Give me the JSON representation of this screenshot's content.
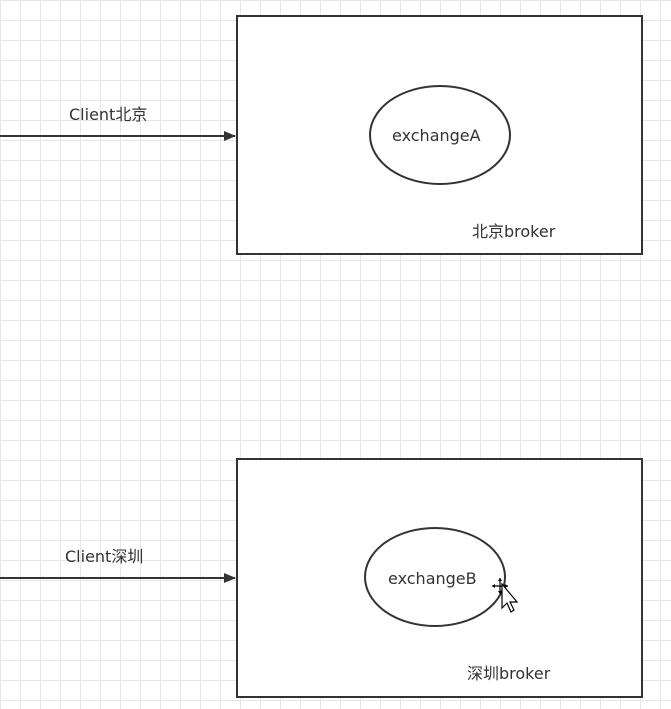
{
  "diagram": {
    "top": {
      "client_label": "Client北京",
      "exchange_label": "exchangeA",
      "broker_label": "北京broker"
    },
    "bottom": {
      "client_label": "Client深圳",
      "exchange_label": "exchangeB",
      "broker_label": "深圳broker"
    }
  }
}
